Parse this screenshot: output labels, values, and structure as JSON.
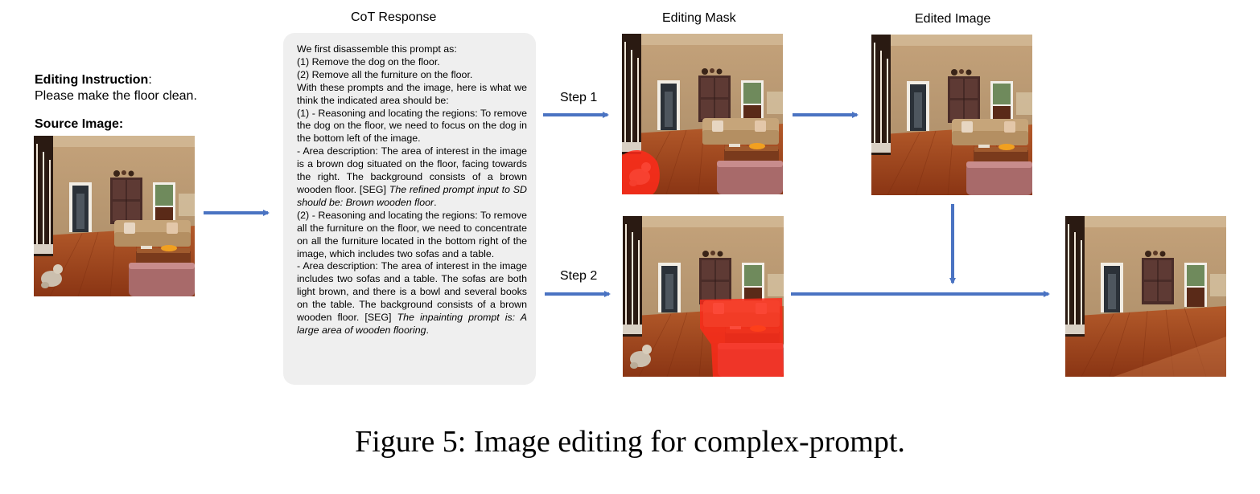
{
  "headers": {
    "cot": "CoT Response",
    "mask": "Editing Mask",
    "edited": "Edited Image"
  },
  "instruction": {
    "label": "Editing Instruction",
    "colon": ":",
    "text": "Please make the floor clean.",
    "source_label": "Source Image:"
  },
  "steps": {
    "step1": "Step 1",
    "step2": "Step 2"
  },
  "cot": {
    "l1": "We first disassemble this prompt as:",
    "l2": "(1)  Remove the dog on the floor.",
    "l3": "(2)  Remove all the furniture on the floor.",
    "l4": "With these prompts and the image, here is what we think the indicated area should be:",
    "l5": "(1) - Reasoning and locating the regions: To remove the dog on the floor, we need to focus on the dog in the bottom left of the image.",
    "l6a": "- Area description: The area of interest in the image is a brown dog situated on the floor, facing towards the right. The background consists of a brown wooden floor. [SEG] ",
    "l6b": "The refined prompt input to SD should be: Brown wooden floor",
    "l6c": ".",
    "l7": "(2) - Reasoning and locating the regions:  To remove all the furniture on the floor, we need to concentrate on all the furniture located in the bottom right of the image, which includes two sofas and a table.",
    "l8a": "- Area description: The area of interest in the image includes two sofas and a table. The sofas are both light brown, and there is a bowl and several books on the table. The background consists of a brown wooden floor. [SEG] ",
    "l8b": "The inpainting prompt is: A large area of wooden flooring",
    "l8c": "."
  },
  "caption": "Figure 5: Image editing for complex-prompt.",
  "colors": {
    "arrow": "#4a73c2",
    "cot_background": "#efefef",
    "mask": "#ff2a1a",
    "floor": "#a6491e",
    "wall": "#b5946e"
  }
}
